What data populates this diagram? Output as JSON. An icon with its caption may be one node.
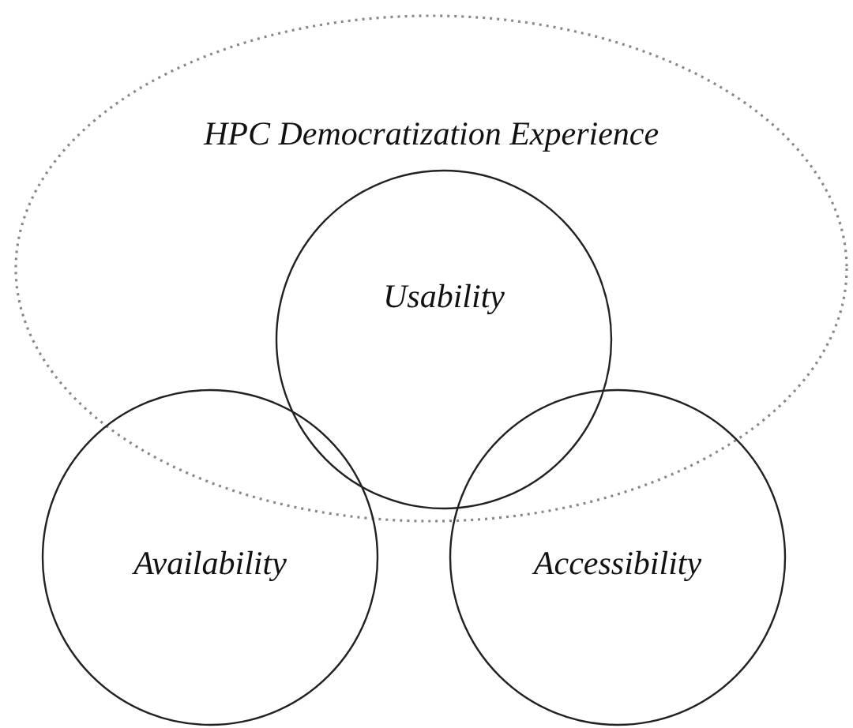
{
  "diagram": {
    "nodes": [
      {
        "text": [
          "HPC Democratization Experience"
        ]
      },
      {
        "text": [
          "Usability"
        ],
        "in": 0
      },
      {
        "text": [
          "Availability"
        ]
      },
      {
        "text": [
          "Accessibility"
        ]
      }
    ],
    "edges": []
  }
}
